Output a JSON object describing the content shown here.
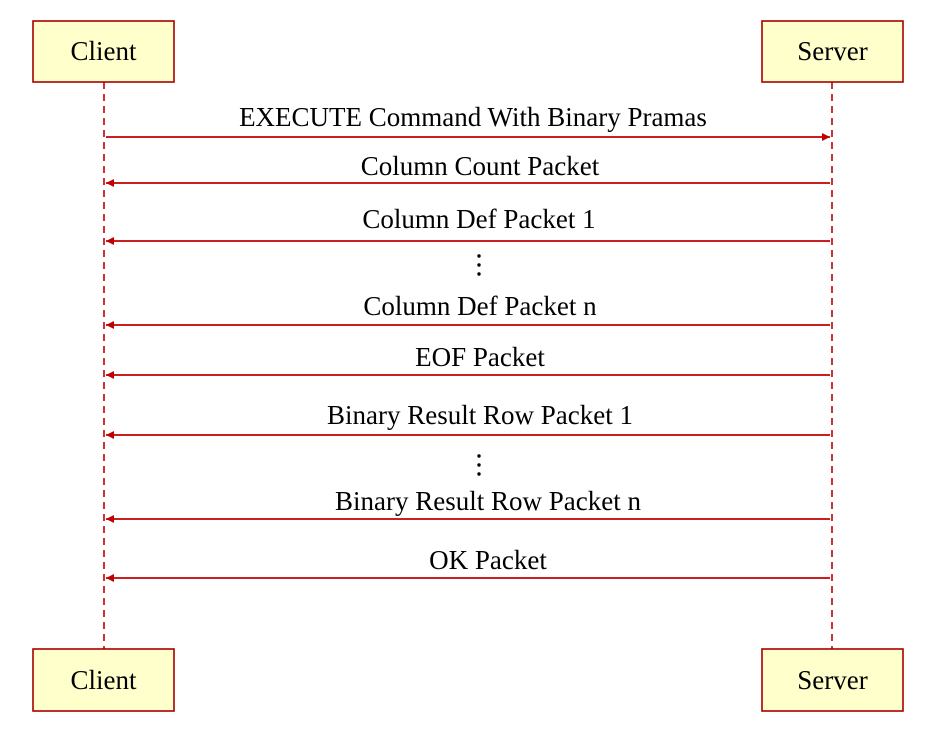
{
  "participants": {
    "client": "Client",
    "server": "Server"
  },
  "messages": [
    {
      "id": "execute",
      "label": "EXECUTE Command With Binary Pramas",
      "direction": "client-to-server"
    },
    {
      "id": "column-count",
      "label": "Column Count Packet",
      "direction": "server-to-client"
    },
    {
      "id": "column-def-1",
      "label": "Column Def Packet 1",
      "direction": "server-to-client"
    },
    {
      "id": "column-def-n",
      "label": "Column Def Packet n",
      "direction": "server-to-client"
    },
    {
      "id": "eof",
      "label": "EOF Packet",
      "direction": "server-to-client"
    },
    {
      "id": "binary-row-1",
      "label": "Binary Result Row Packet 1",
      "direction": "server-to-client"
    },
    {
      "id": "binary-row-n",
      "label": "Binary Result Row Packet n",
      "direction": "server-to-client"
    },
    {
      "id": "ok",
      "label": "OK Packet",
      "direction": "server-to-client"
    }
  ],
  "colors": {
    "actor_fill": "#ffffcc",
    "actor_border": "#a80000",
    "line": "#c00000",
    "text": "#000000"
  }
}
